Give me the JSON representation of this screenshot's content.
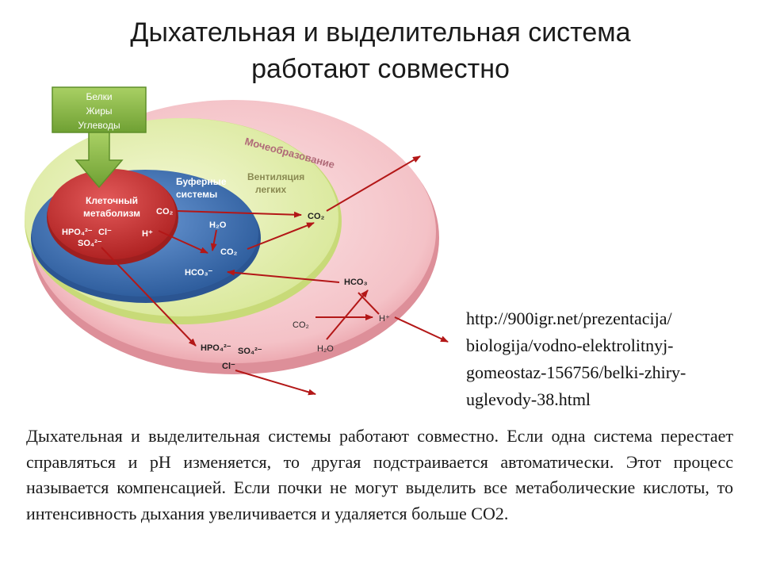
{
  "title": {
    "line1": "Дыхательная и выделительная система",
    "line2": "работают совместно"
  },
  "diagram": {
    "input_box": [
      "Белки",
      "Жиры",
      "Углеводы"
    ],
    "outer_ring_label": "Мочеобразование",
    "ventilation_label": [
      "Вентиляция",
      "легких"
    ],
    "buffer_label": [
      "Буферные",
      "системы"
    ],
    "metabolism_label": [
      "Клеточный",
      "метаболизм"
    ],
    "metabolism_ions": {
      "hpo4": "HPO₄²⁻",
      "cl": "Cl⁻",
      "so4": "SO₄²⁻",
      "co2": "CO₂",
      "h": "H⁺"
    },
    "buffer_items": {
      "h2o": "H₂O",
      "co2": "CO₂",
      "hco3": "HCO₃⁻"
    },
    "ventilation_items": {
      "co2": "CO₂"
    },
    "kidney_items": {
      "hco3": "HCO₃",
      "h": "H⁺",
      "co2": "CO₂",
      "h2o": "H₂O",
      "hpo4": "HPO₄²⁻",
      "so4": "SO₄²⁻",
      "cl": "Cl⁻"
    },
    "colors": {
      "outer_ring": "#f2b7bd",
      "ventilation_ring": "#e6f0b8",
      "buffer_ring": "#4f7fc1",
      "metabolism": "#cc3333",
      "input_box": "#8cbd4a",
      "arrow": "#b31717"
    }
  },
  "source_url": [
    "http://900igr.net/prezentacija/",
    "biologija/vodno-elektrolitnyj-",
    "gomeostaz-156756/belki-zhiry-",
    "uglevody-38.html"
  ],
  "body_text": "Дыхательная и выделительная системы работают совместно. Если одна система перестает справляться и pH изменяется, то другая подстраивается автоматически. Этот процесс называется компенсацией. Если почки не могут выделить все метаболические кислоты, то интенсивность дыхания увеличивается и удаляется больше CO2."
}
